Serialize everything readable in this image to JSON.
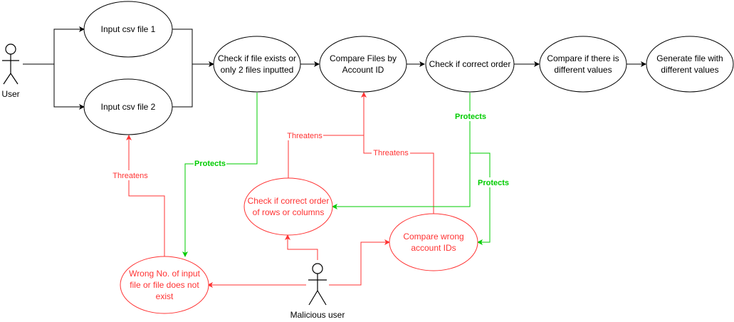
{
  "colors": {
    "normal": "#000000",
    "threat": "#ff3333",
    "protect": "#00cc00",
    "background": "#ffffff"
  },
  "actors": {
    "user": {
      "label": "User"
    },
    "malicious": {
      "label": "Malicious user"
    }
  },
  "use_cases": {
    "input1": [
      "Input csv file 1"
    ],
    "input2": [
      "Input csv file 2"
    ],
    "check_exists": [
      "Check if file exists or",
      "only 2 files inputted"
    ],
    "compare_ids": [
      "Compare Files by",
      "Account ID"
    ],
    "check_order": [
      "Check if correct order"
    ],
    "compare_values": [
      "Compare if there is",
      "different values"
    ],
    "generate": [
      "Generate file with",
      "different values"
    ]
  },
  "misuse_cases": {
    "wrong_order": [
      "Check if correct order",
      "of rows or columns"
    ],
    "wrong_ids": [
      "Compare wrong",
      "account IDs"
    ],
    "wrong_inputs": [
      "Wrong No. of input",
      "file or file does not",
      "exist"
    ]
  },
  "edge_labels": {
    "threatens": "Threatens",
    "protects": "Protects"
  }
}
